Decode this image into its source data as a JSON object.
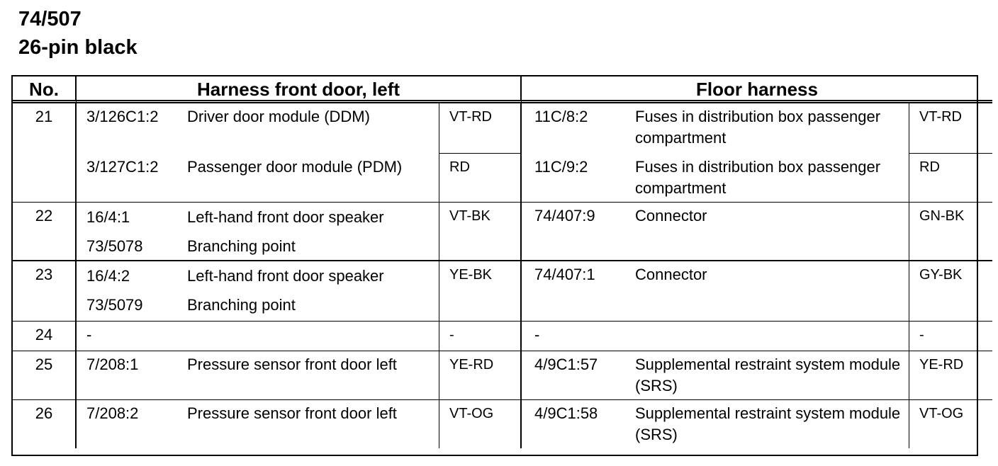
{
  "heading": {
    "line1": "74/507",
    "line2": "26-pin black"
  },
  "columns": {
    "no": "No.",
    "left": "Harness front door, left",
    "right": "Floor harness"
  },
  "rows": [
    {
      "no": "21",
      "left": [
        {
          "ref": "3/126C1:2",
          "desc": "Driver door module (DDM)",
          "color": "VT-RD"
        },
        {
          "ref": "3/127C1:2",
          "desc": "Passenger door module (PDM)",
          "color": "RD"
        }
      ],
      "right": [
        {
          "ref": "11C/8:2",
          "desc": "Fuses in distribution box passenger compartment",
          "color": "VT-RD"
        },
        {
          "ref": "11C/9:2",
          "desc": "Fuses in distribution box passenger compartment",
          "color": "RD"
        }
      ]
    },
    {
      "no": "22",
      "left": [
        {
          "ref": "16/4:1",
          "desc": "Left-hand front door speaker",
          "color": "VT-BK"
        },
        {
          "ref": "73/5078",
          "desc": "Branching point",
          "color": ""
        }
      ],
      "right": [
        {
          "ref": "74/407:9",
          "desc": "Connector",
          "color": "GN-BK"
        }
      ]
    },
    {
      "no": "23",
      "left": [
        {
          "ref": "16/4:2",
          "desc": "Left-hand front door speaker",
          "color": "YE-BK"
        },
        {
          "ref": "73/5079",
          "desc": "Branching point",
          "color": ""
        }
      ],
      "right": [
        {
          "ref": "74/407:1",
          "desc": "Connector",
          "color": "GY-BK"
        }
      ]
    },
    {
      "no": "24",
      "left": [
        {
          "ref": "-",
          "desc": "",
          "color": "-"
        }
      ],
      "right": [
        {
          "ref": "-",
          "desc": "",
          "color": "-"
        }
      ]
    },
    {
      "no": "25",
      "left": [
        {
          "ref": "7/208:1",
          "desc": "Pressure sensor front door left",
          "color": "YE-RD"
        }
      ],
      "right": [
        {
          "ref": "4/9C1:57",
          "desc": "Supplemental restraint system module (SRS)",
          "color": "YE-RD"
        }
      ]
    },
    {
      "no": "26",
      "left": [
        {
          "ref": "7/208:2",
          "desc": "Pressure sensor front door left",
          "color": "VT-OG"
        }
      ],
      "right": [
        {
          "ref": "4/9C1:58",
          "desc": "Supplemental restraint system module (SRS)",
          "color": "VT-OG"
        }
      ]
    }
  ]
}
